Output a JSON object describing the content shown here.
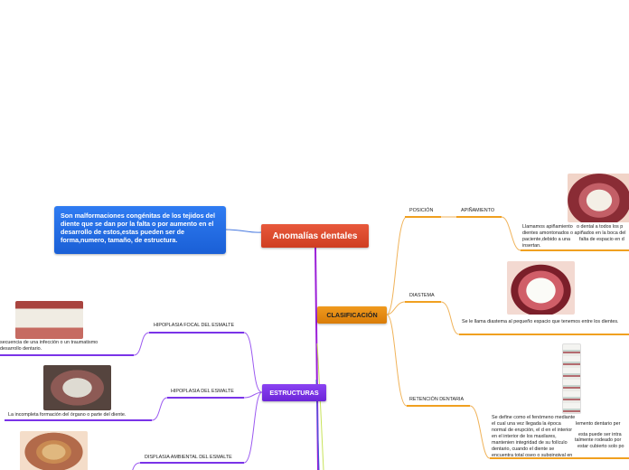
{
  "central_node": "Anomalías dentales",
  "definition": "Son malformaciones congénitas de los tejidos del diente que se dan por la falta o por aumento en el desarrollo de estos,estas pueden ser de forma,numero, tamaño, de estructura.",
  "clasificacion": {
    "label": "CLASIFICACIÓN",
    "posicion": {
      "label": "POSICIÓN",
      "apinamiento": {
        "label": "APIÑAMIENTO",
        "text_a": "Llamamos apiñamiento",
        "text_b": "dientes amontonados o apiñados en la boca del",
        "text_c": "paciente,debido a una",
        "text_d": "insertan.",
        "text_e": "o dental a todos los p",
        "text_f": "falta de espacio en d"
      }
    },
    "diastema": {
      "label": "DIASTEMA",
      "text": "Se le llama diastema al pequeño espacio que tenemos entre los dientes."
    },
    "retencion": {
      "label": "RETENCIÓN DENTARIA",
      "text_left": "Se define como el fenómeno mediante el cual una vez llegada la época normal de erupción, el d en el interior en el interior de los maxilares, mantenien integridad de su folículo dentario, cuando el diente se encuentra total oseo o subgingival en el caso de mucosa.",
      "text_right_1": "lemento dentario per",
      "text_right_2": "esta puede ser intra",
      "text_right_3": "talmente rodeado por",
      "text_right_4": "estar cubierto solo po"
    }
  },
  "estructuras": {
    "label": "ESTRUCTURAS",
    "hipoplasia_focal": {
      "label": "HIPOPLASIA FOCAL DEL ESMALTE",
      "text_1": "secuencia de una infección o un traumatismo",
      "text_2": "desarrollo dentario."
    },
    "hipoplasia": {
      "label": "HIPOPLASIA DEL ESMALTE",
      "text": "La incompleta formación del órgano o parte del diente."
    },
    "displasia": {
      "label": "DISPLASIA AMBIENTAL DEL ESMALTE"
    }
  },
  "colors": {
    "central": "#e04e31",
    "definition": "#1f66e0",
    "clasificacion": "#e58a10",
    "estructuras": "#7a33e8",
    "link_orange": "#f0b35a",
    "link_purple": "#9b59f0",
    "link_blue": "#4a7be0"
  }
}
